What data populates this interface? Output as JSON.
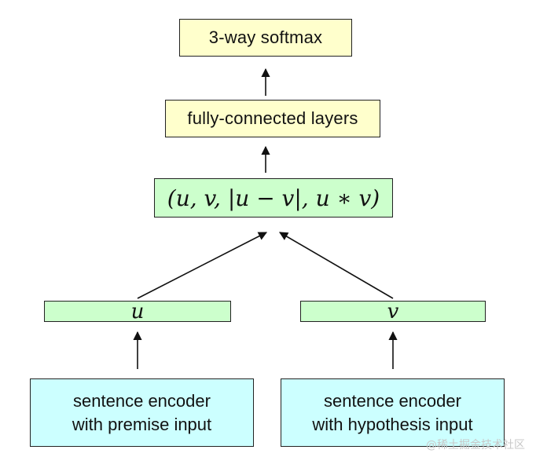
{
  "diagram": {
    "softmax": "3-way softmax",
    "fc_layers": "fully-connected layers",
    "combine": "(u, v, |u − v|, u ∗ v)",
    "u_vec": "u",
    "v_vec": "v",
    "encoder_left": {
      "line1": "sentence encoder",
      "line2": "with premise input"
    },
    "encoder_right": {
      "line1": "sentence encoder",
      "line2": "with hypothesis input"
    }
  },
  "watermark": "@稀土掘金技术社区",
  "colors": {
    "yellow_box": "#ffffcc",
    "green_box": "#ccffcc",
    "cyan_box": "#ccffff",
    "border": "#222222"
  }
}
